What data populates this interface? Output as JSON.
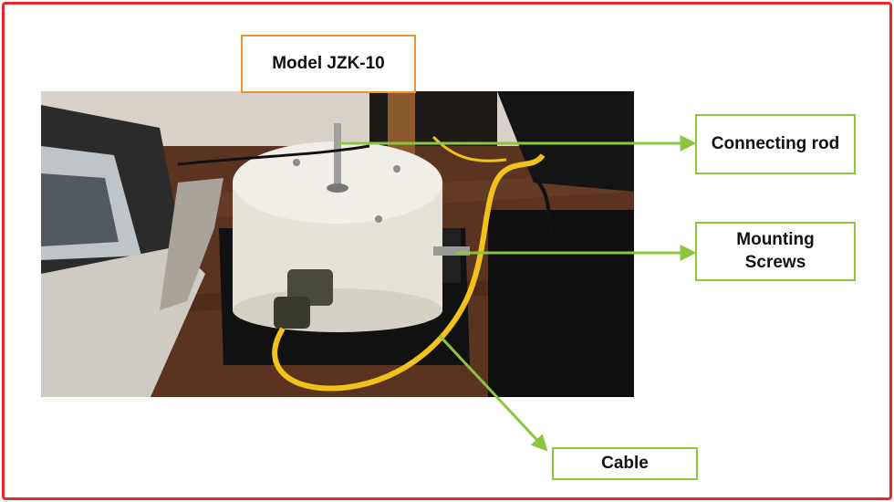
{
  "labels": {
    "model": "Model JZK-10",
    "connecting_rod": "Connecting rod",
    "mounting_screws": "Mounting\nScrews",
    "cable": "Cable"
  },
  "colors": {
    "frame": "#e8262b",
    "model_border": "#f0932b",
    "callout": "#8cc63f",
    "cable": "#f2c21a"
  }
}
